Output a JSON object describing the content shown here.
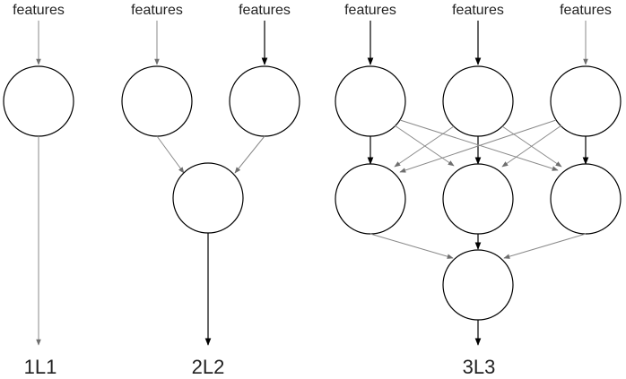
{
  "input_label": "features",
  "networks": [
    {
      "label": "1L1"
    },
    {
      "label": "2L2"
    },
    {
      "label": "3L3"
    }
  ]
}
